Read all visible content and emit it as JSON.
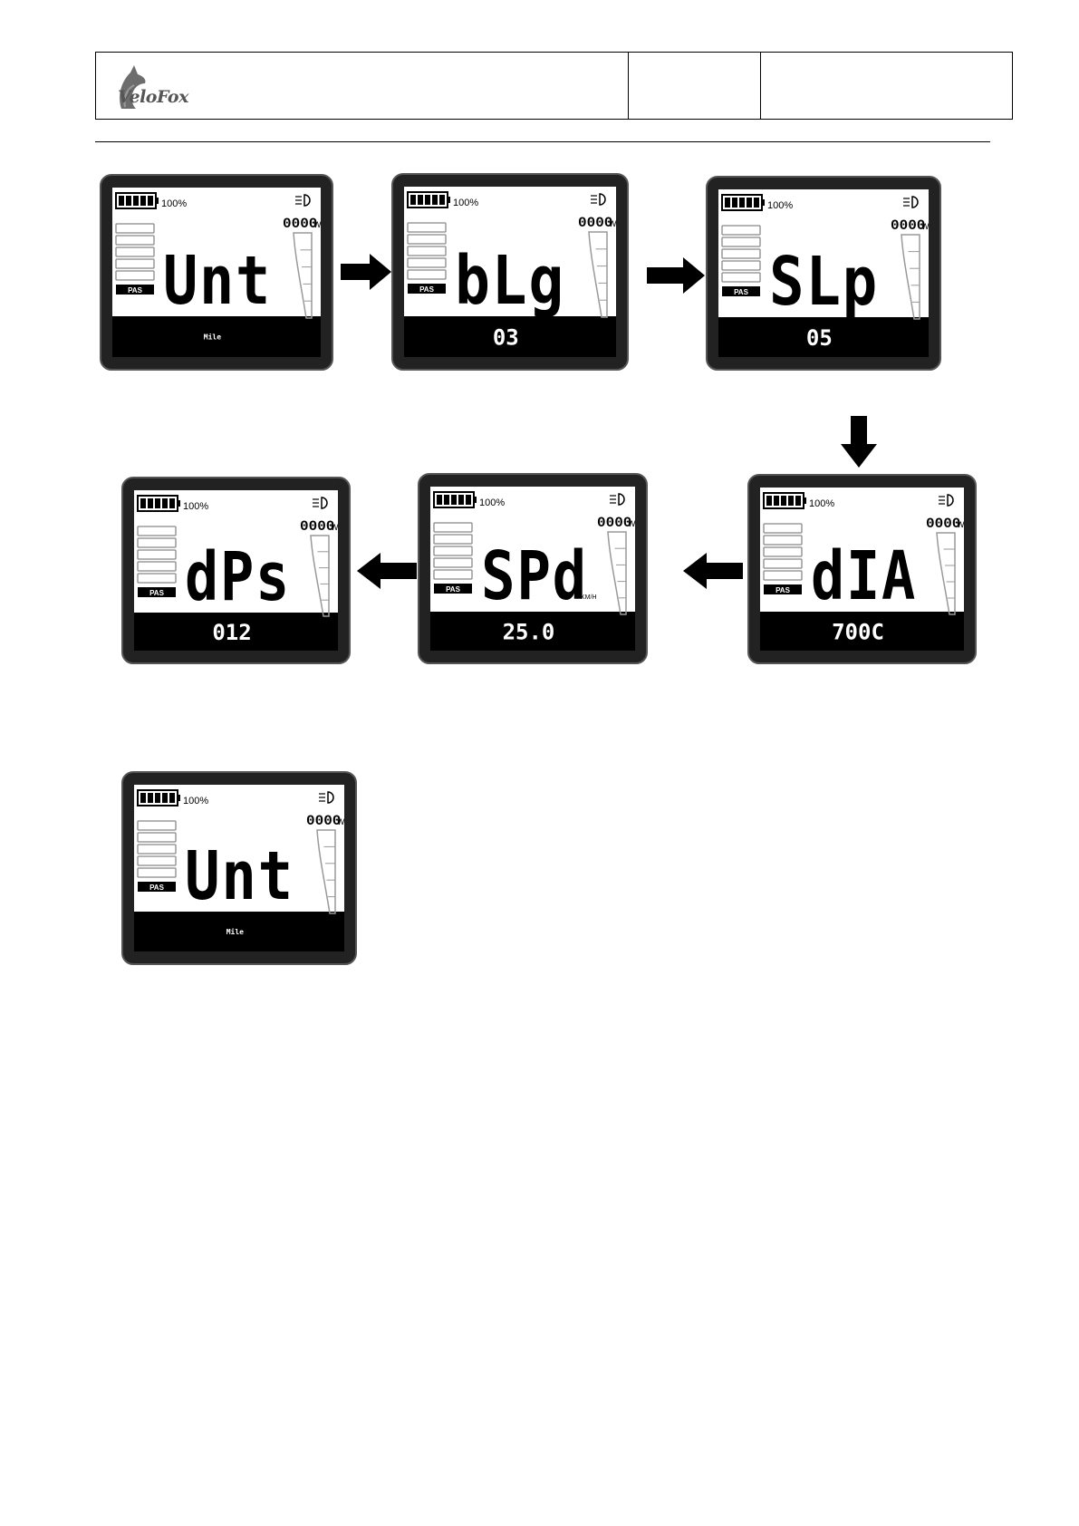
{
  "header": {
    "logo_text": "VeloFox",
    "mid_cell": "",
    "right_cell": ""
  },
  "displays": [
    {
      "main": "Unt",
      "sub": "Mile",
      "battery": "100%",
      "power": "0000",
      "power_unit": "W",
      "assist_label": "PAS",
      "unit_label": ""
    },
    {
      "main": "bLg",
      "sub": "03",
      "battery": "100%",
      "power": "0000",
      "power_unit": "W",
      "assist_label": "PAS",
      "unit_label": ""
    },
    {
      "main": "SLp",
      "sub": "05",
      "battery": "100%",
      "power": "0000",
      "power_unit": "W",
      "assist_label": "PAS",
      "unit_label": ""
    },
    {
      "main": "dIA",
      "sub": "700C",
      "battery": "100%",
      "power": "0000",
      "power_unit": "W",
      "assist_label": "PAS",
      "unit_label": ""
    },
    {
      "main": "SPd",
      "sub": "25.0",
      "battery": "100%",
      "power": "0000",
      "power_unit": "W",
      "assist_label": "PAS",
      "unit_label": "KM/H"
    },
    {
      "main": "dPs",
      "sub": "012",
      "battery": "100%",
      "power": "0000",
      "power_unit": "W",
      "assist_label": "PAS",
      "unit_label": ""
    },
    {
      "main": "Unt",
      "sub": "Mile",
      "battery": "100%",
      "power": "0000",
      "power_unit": "W",
      "assist_label": "PAS",
      "unit_label": ""
    }
  ],
  "arrows": [
    "right-arrow",
    "right-arrow",
    "down-arrow",
    "left-arrow",
    "left-arrow"
  ]
}
